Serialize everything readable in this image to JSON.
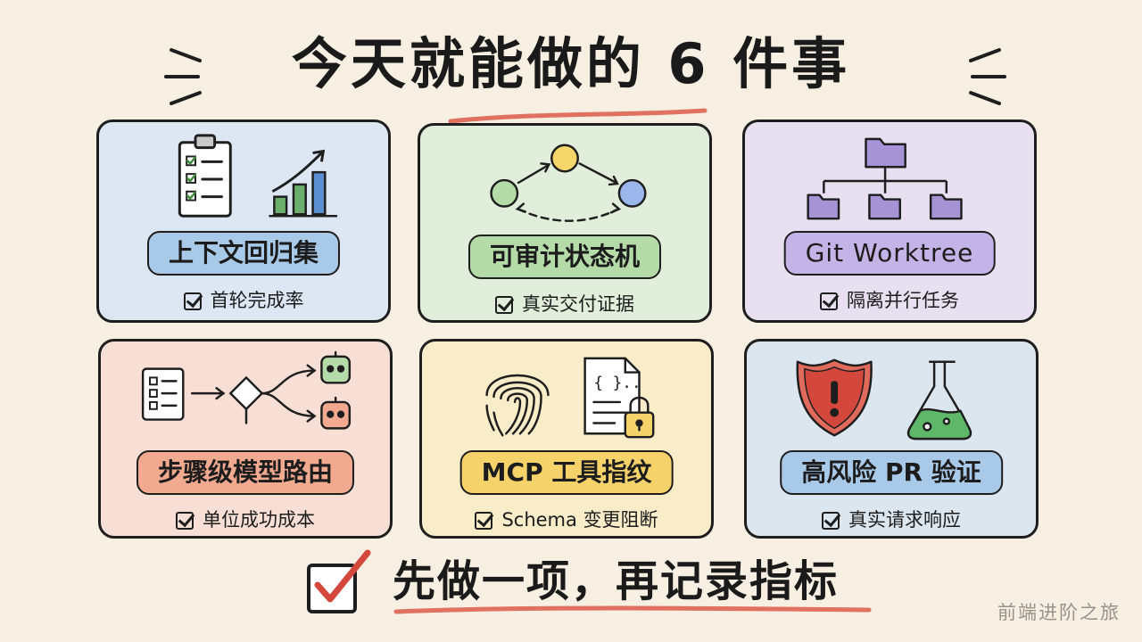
{
  "title": "今天就能做的 6 件事",
  "colors": {
    "background": "#f6efe2",
    "underline": "#e07060",
    "ink": "#1e1e1e"
  },
  "cards": [
    {
      "label": "上下文回归集",
      "caption": "首轮完成率",
      "card_bg": "#dce7f3",
      "pill_bg": "#a9c9e8",
      "icons": [
        "clipboard-checklist-icon",
        "bar-chart-up-icon"
      ]
    },
    {
      "label": "可审计状态机",
      "caption": "真实交付证据",
      "card_bg": "#e1eedb",
      "pill_bg": "#b5dba8",
      "icons": [
        "state-machine-diagram-icon"
      ]
    },
    {
      "label": "Git Worktree",
      "caption": "隔离并行任务",
      "card_bg": "#e7e0f1",
      "pill_bg": "#c4b3e6",
      "icons": [
        "folder-tree-icon"
      ]
    },
    {
      "label": "步骤级模型路由",
      "caption": "单位成功成本",
      "card_bg": "#f7dfd6",
      "pill_bg": "#f1a98f",
      "icons": [
        "routing-robot-icon"
      ]
    },
    {
      "label": "MCP 工具指纹",
      "caption": "Schema 变更阻断",
      "card_bg": "#f9ecc8",
      "pill_bg": "#f6d36a",
      "icons": [
        "fingerprint-icon",
        "locked-document-icon"
      ]
    },
    {
      "label": "高风险 PR 验证",
      "caption": "真实请求响应",
      "card_bg": "#dbe6ef",
      "pill_bg": "#a9c9e8",
      "icons": [
        "warning-shield-icon",
        "flask-icon"
      ]
    }
  ],
  "footer": {
    "text": "先做一项，再记录指标",
    "icon": "checkmark-box-icon"
  },
  "brand": "前端进阶之旅"
}
